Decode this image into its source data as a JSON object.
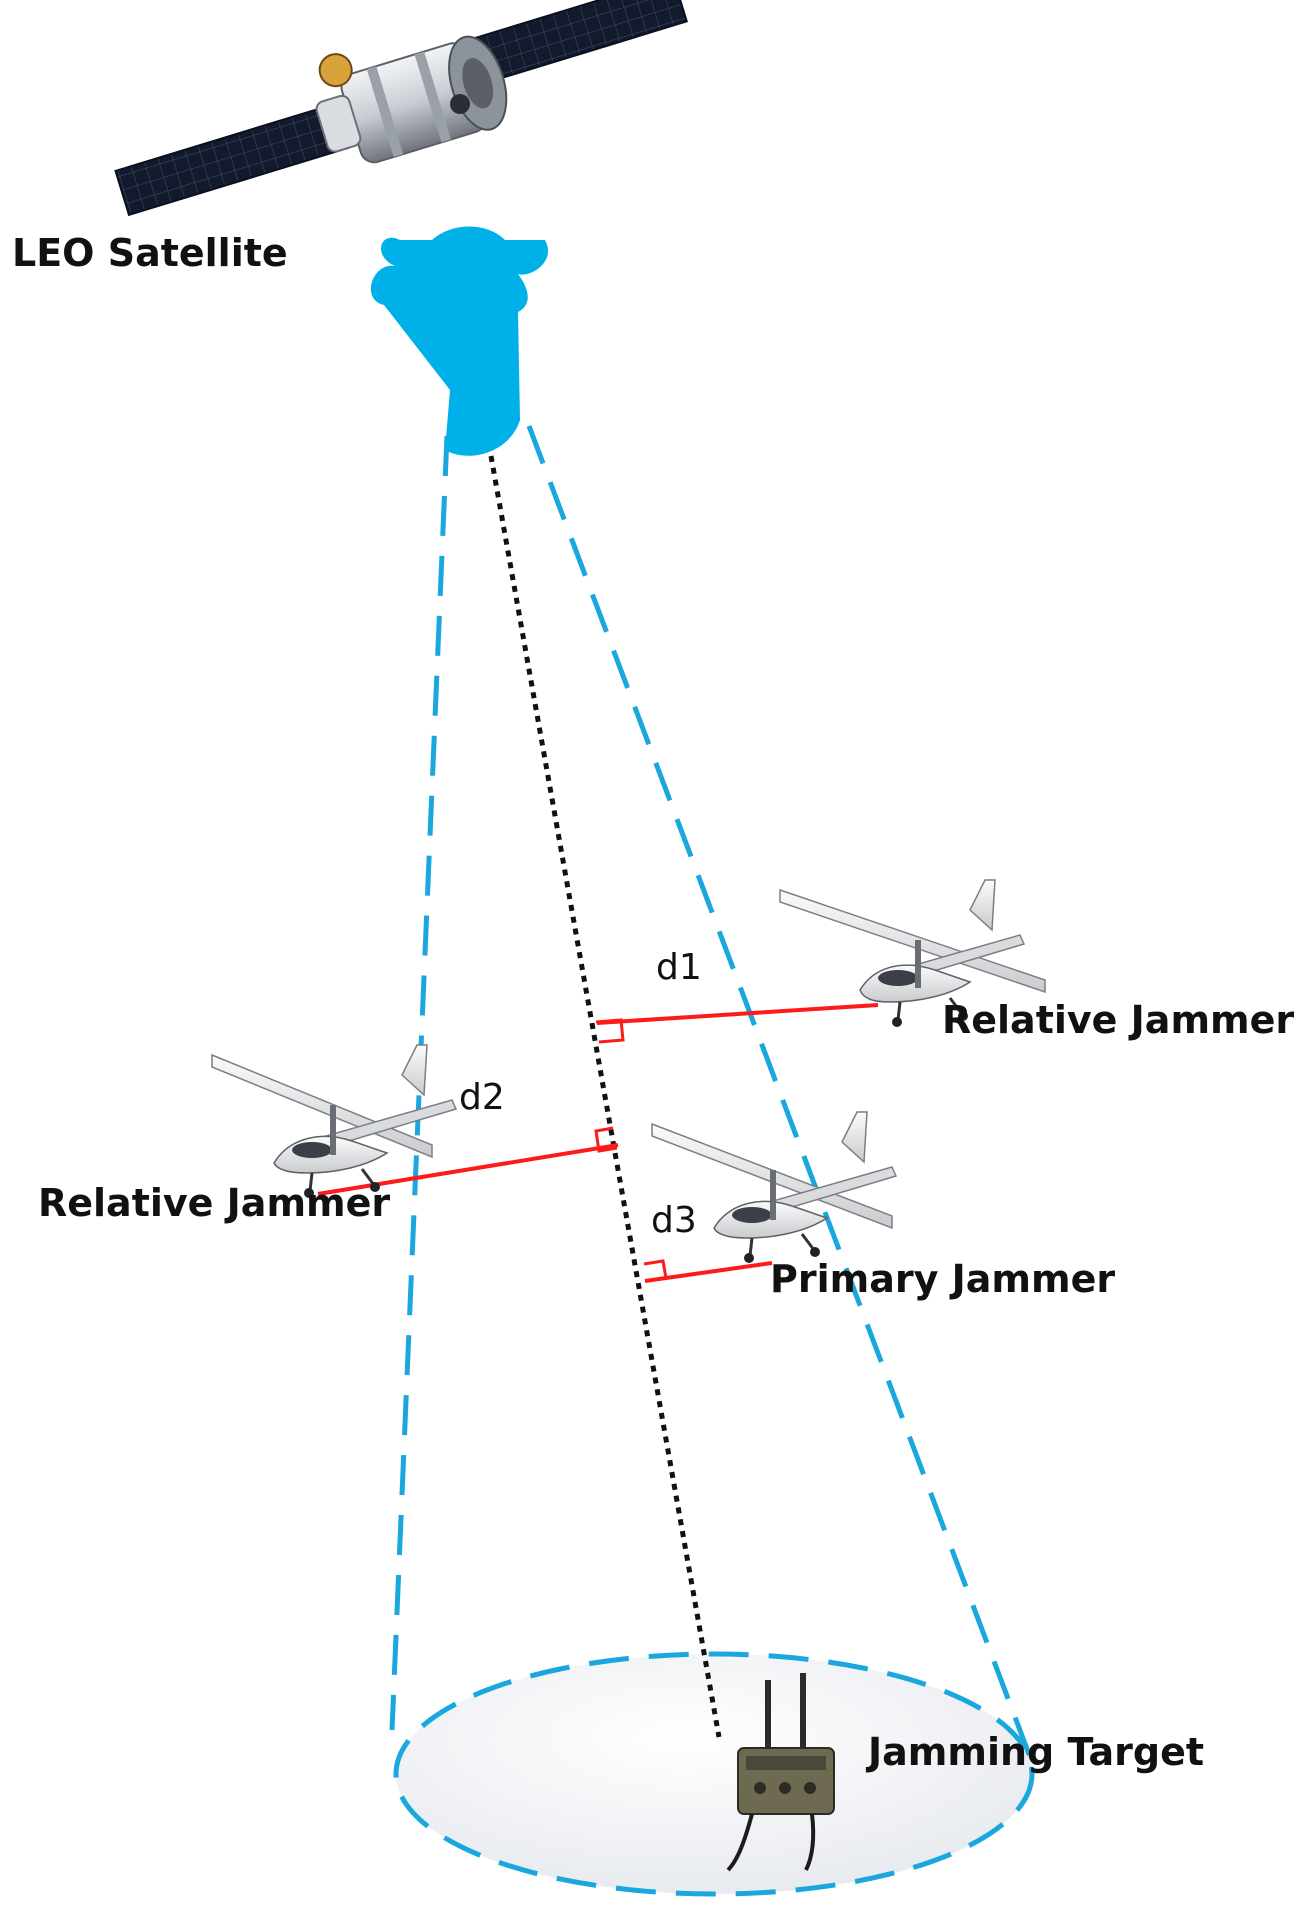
{
  "labels": {
    "satellite": "LEO Satellite",
    "relative_jammer_right": "Relative Jammer",
    "relative_jammer_left": "Relative Jammer",
    "primary_jammer": "Primary Jammer",
    "jamming_target": "Jamming Target"
  },
  "distances": {
    "d1": "d1",
    "d2": "d2",
    "d3": "d3"
  },
  "colors": {
    "beam": "#00b0e8",
    "cone": "#1aa7dd",
    "distance_line": "#ff1a1a",
    "sight_line": "#111111"
  },
  "icons": [
    "satellite-icon",
    "uav-icon",
    "jamming-device-icon"
  ]
}
